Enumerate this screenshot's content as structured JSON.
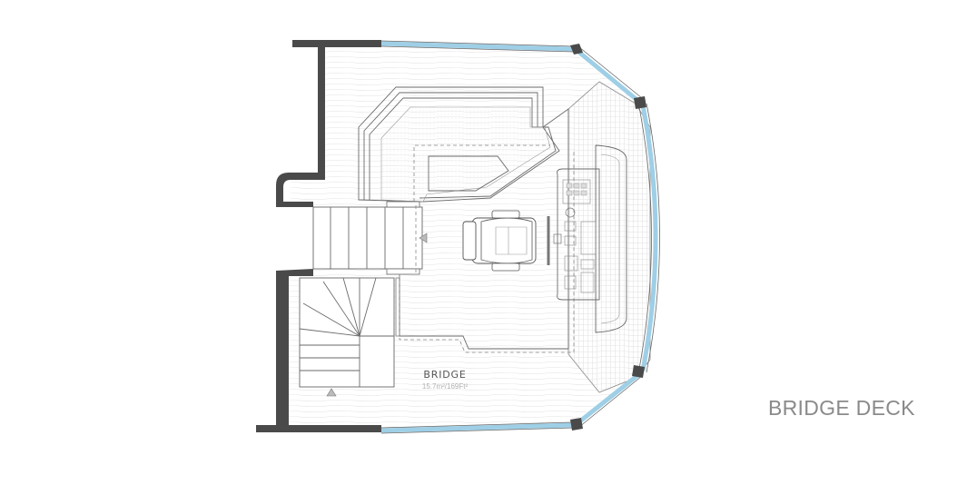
{
  "deck": {
    "title": "BRIDGE DECK"
  },
  "room": {
    "name": "BRIDGE",
    "area": "15.7m²/169Ft²"
  },
  "colors": {
    "wall": "#4a4a4a",
    "glass": "#9ecfe6",
    "floor_lines": "#d9d9d9",
    "title_text": "#8a8a8a"
  }
}
